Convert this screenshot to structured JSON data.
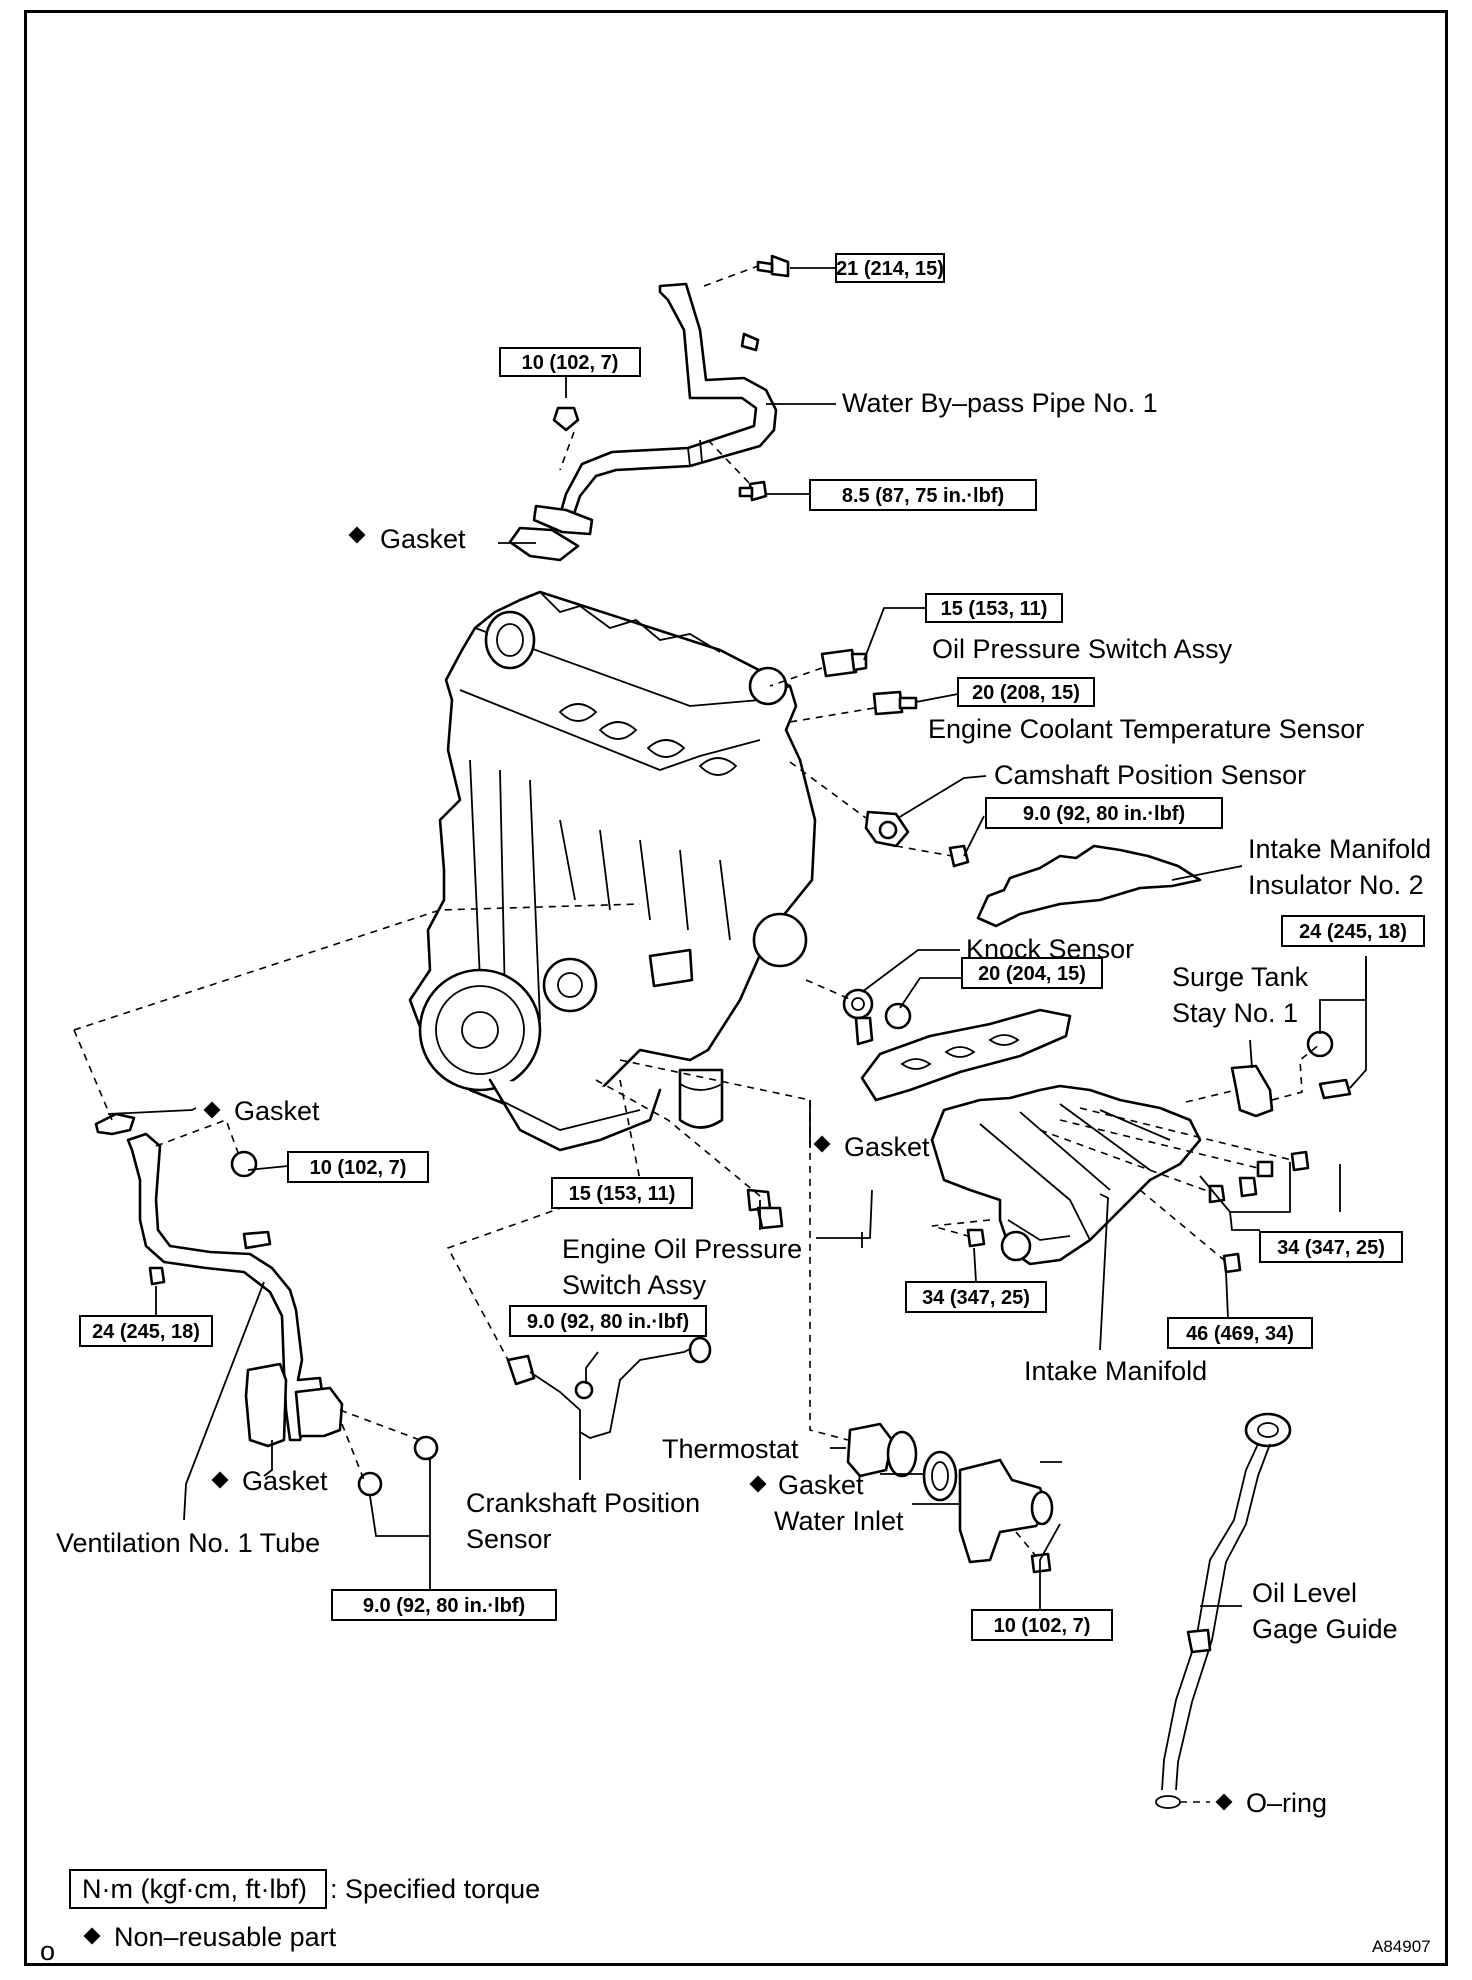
{
  "labels": {
    "water_bypass_pipe": "Water By–pass Pipe No. 1",
    "gasket_top": "Gasket",
    "oil_pressure_switch": "Oil Pressure Switch Assy",
    "coolant_temp_sensor": "Engine Coolant Temperature Sensor",
    "camshaft_sensor": "Camshaft Position Sensor",
    "intake_insulator_1": "Intake Manifold",
    "intake_insulator_2": "Insulator No. 2",
    "knock_sensor": "Knock Sensor",
    "surge_stay_1": "Surge Tank",
    "surge_stay_2": "Stay No. 1",
    "gasket_left": "Gasket",
    "gasket_intake": "Gasket",
    "engine_oil_switch_1": "Engine Oil Pressure",
    "engine_oil_switch_2": "Switch Assy",
    "intake_manifold": "Intake Manifold",
    "thermostat": "Thermostat",
    "gasket_thermostat": "Gasket",
    "water_inlet": "Water Inlet",
    "crankshaft_sensor_1": "Crankshaft Position",
    "crankshaft_sensor_2": "Sensor",
    "gasket_vent": "Gasket",
    "ventilation_tube": "Ventilation No. 1 Tube",
    "oil_gage_1": "Oil Level",
    "oil_gage_2": "Gage Guide",
    "oring": "O–ring"
  },
  "torques": {
    "t_pipe_top": "21 (214, 15)",
    "t_pipe_left": "10 (102, 7)",
    "t_pipe_mid": "8.5 (87, 75 in.·lbf)",
    "t_oil_switch": "15 (153, 11)",
    "t_coolant": "20 (208, 15)",
    "t_camshaft": "9.0 (92, 80 in.·lbf)",
    "t_surge": "24 (245, 18)",
    "t_knock": "20 (204, 15)",
    "t_vent_nut": "10 (102, 7)",
    "t_engine_oil_switch": "15 (153, 11)",
    "t_manifold_right": "34 (347, 25)",
    "t_vent_left": "24 (245, 18)",
    "t_crank": "9.0 (92, 80 in.·lbf)",
    "t_manifold_left": "34 (347, 25)",
    "t_manifold_bottom": "46 (469, 34)",
    "t_vent_bottom": "9.0 (92, 80 in.·lbf)",
    "t_water_inlet": "10 (102, 7)"
  },
  "legend": {
    "torque_unit": "N·m (kgf·cm, ft·lbf)",
    "torque_desc": ": Specified torque",
    "nonreusable": "Non–reusable part",
    "corner_mark": "o"
  },
  "figure_code": "A84907"
}
